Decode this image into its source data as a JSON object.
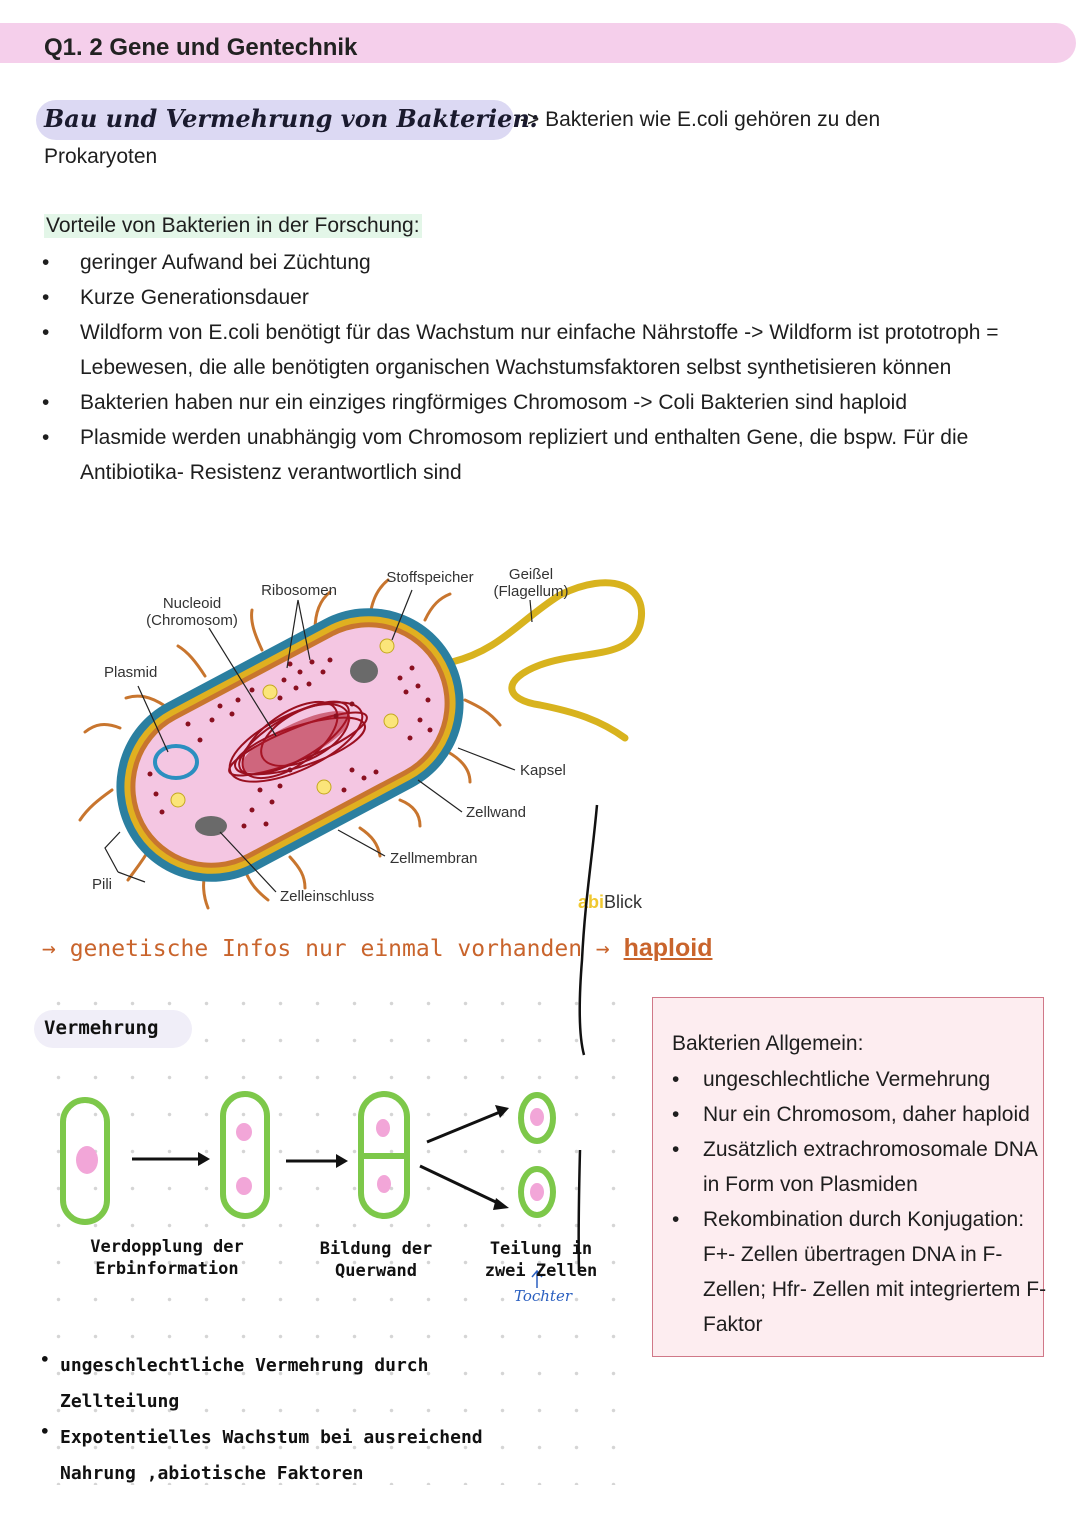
{
  "header": {
    "title": "Q1. 2 Gene und Gentechnik"
  },
  "section": {
    "title": "Bau und Vermehrung von Bakterien:",
    "intro": "-> Bakterien wie E.coli gehören zu den",
    "intro_cont": "Prokaryoten"
  },
  "advantages": {
    "heading": "Vorteile von Bakterien in der Forschung:",
    "items": [
      "geringer Aufwand bei Züchtung",
      "Kurze Generationsdauer",
      "Wildform von E.coli benötigt für das Wachstum nur einfache Nährstoffe -> Wildform ist prototroph = Lebewesen, die alle benötigten organischen Wachstumsfaktoren selbst synthetisieren können",
      "Bakterien haben nur ein einziges ringförmiges Chromosom -> Coli Bakterien sind haploid",
      "Plasmide werden unabhängig vom Chromosom repliziert und enthalten Gene, die bspw. Für die Antibiotika- Resistenz verantwortlich sind"
    ]
  },
  "diagram": {
    "labels": {
      "nucleoid": "Nucleoid",
      "nucleoid_sub": "(Chromosom)",
      "ribosomen": "Ribosomen",
      "stoffspeicher": "Stoffspeicher",
      "geissel": "Geißel",
      "geissel_sub": "(Flagellum)",
      "plasmid": "Plasmid",
      "kapsel": "Kapsel",
      "zellwand": "Zellwand",
      "zellmembran": "Zellmembran",
      "pili": "Pili",
      "zelleinschluss": "Zelleinschluss"
    },
    "credit_prefix": "abi",
    "credit_suffix": "Blick"
  },
  "haploid_note": {
    "text": "→ genetische Infos nur einmal vorhanden →",
    "word": "haploid"
  },
  "vermehrung": {
    "label": "Vermehrung",
    "steps": [
      {
        "line1": "Verdopplung der",
        "line2": "Erbinformation"
      },
      {
        "line1": "Bildung der",
        "line2": "Querwand"
      },
      {
        "line1": "Teilung in",
        "line2": "zwei Zellen"
      }
    ],
    "tochter": "Tochter",
    "notes": [
      "ungeschlechtliche Vermehrung durch",
      "Zellteilung",
      "Expotentielles Wachstum bei ausreichend",
      "Nahrung ,abiotische Faktoren"
    ]
  },
  "infobox": {
    "title": "Bakterien Allgemein:",
    "items": [
      "ungeschlechtliche Vermehrung",
      "Nur ein Chromosom, daher haploid",
      "Zusätzlich extrachromosomale DNA in Form von Plasmiden",
      "Rekombination durch Konjugation: F+- Zellen übertragen DNA in F- Zellen; Hfr- Zellen mit integriertem F-Faktor"
    ]
  },
  "colors": {
    "header_band": "#f5cfeb",
    "section_pill": "#dcd9f3",
    "haploid_accent": "#c9642c",
    "cell_green": "#7dc84a",
    "infobox_bg": "#fdedf0",
    "infobox_border": "#d07888"
  }
}
